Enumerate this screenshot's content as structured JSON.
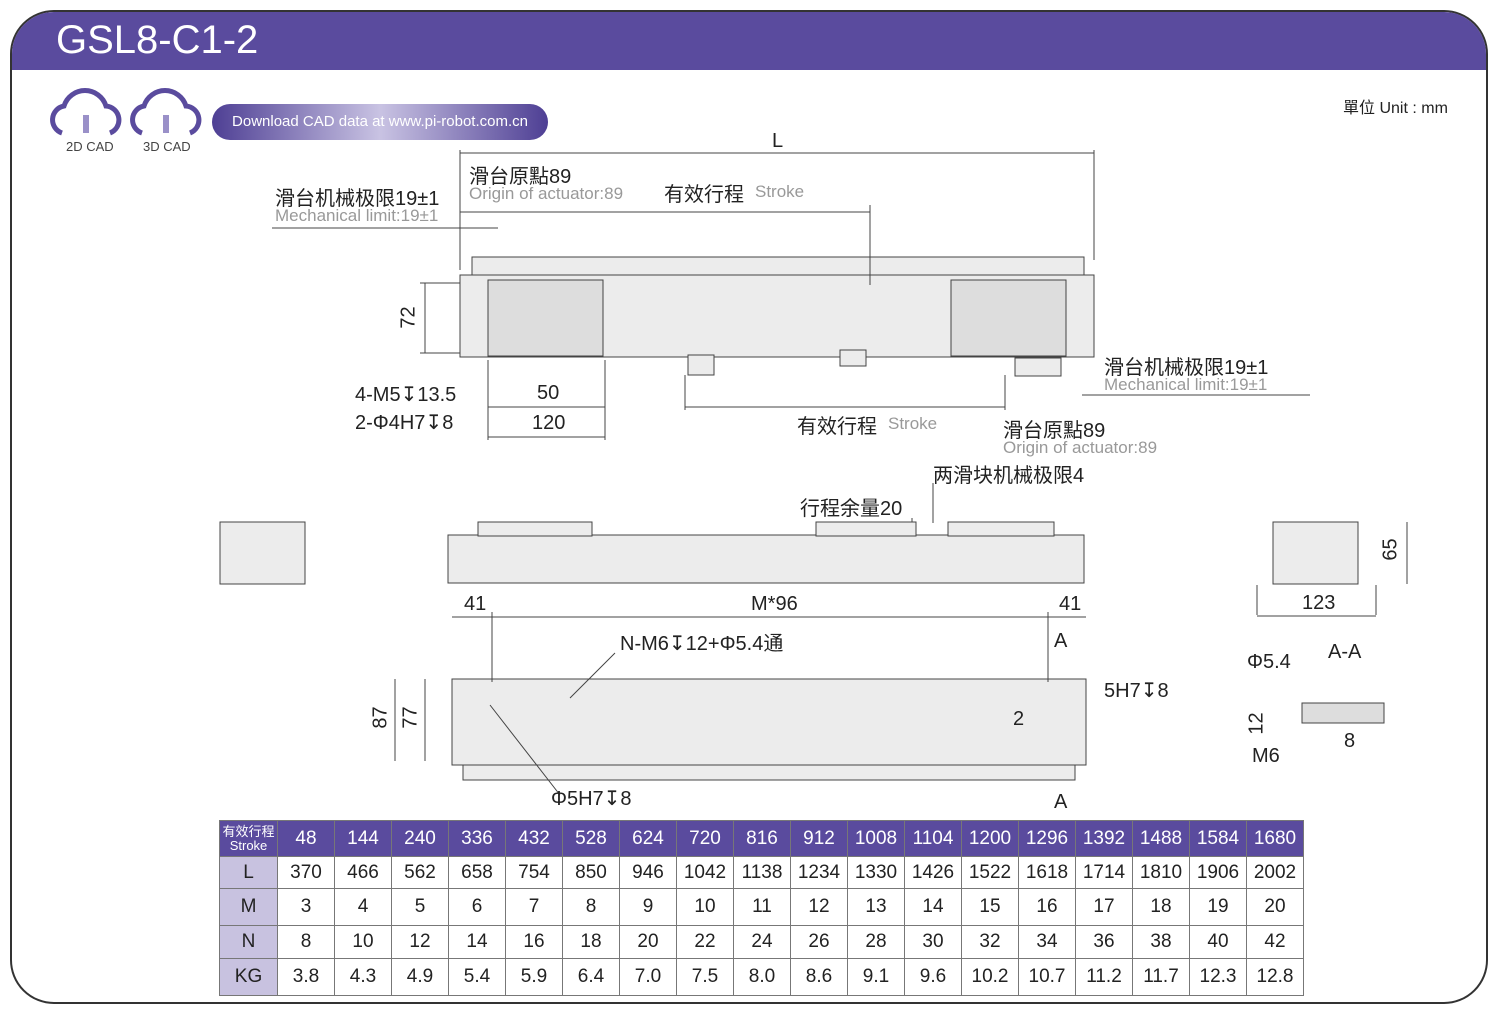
{
  "header": {
    "title": "GSL8-C1-2"
  },
  "cad": {
    "label_2d": "2D CAD",
    "label_3d": "3D CAD",
    "download": "Download CAD data at www.pi-robot.com.cn"
  },
  "unit": "單位 Unit : mm",
  "labels": {
    "L": "L",
    "origin_cn": "滑台原點89",
    "origin_en": "Origin of actuator:89",
    "mech_cn": "滑台机械极限19±1",
    "mech_en": "Mechanical limit:19±1",
    "stroke_cn": "有效行程",
    "stroke_en": "Stroke",
    "h72": "72",
    "m5": "4-M5↧13.5",
    "d4": "2-Φ4H7↧8",
    "w50": "50",
    "w120": "120",
    "two_slider": "两滑块机械极限4",
    "margin": "行程余量20",
    "d41a": "41",
    "m96": "M*96",
    "d41b": "41",
    "nm6": "N-M6↧12+Φ5.4通",
    "A1": "A",
    "A2": "A",
    "h87": "87",
    "h77": "77",
    "h5": "5H7↧8",
    "two": "2",
    "d5h7": "Φ5H7↧8",
    "h65": "65",
    "w123": "123",
    "aa": "A-A",
    "phi54": "Φ5.4",
    "h12": "12",
    "m6": "M6",
    "h8": "8"
  },
  "table": {
    "header": [
      "有效行程",
      "Stroke"
    ],
    "strokes": [
      48,
      144,
      240,
      336,
      432,
      528,
      624,
      720,
      816,
      912,
      1008,
      1104,
      1200,
      1296,
      1392,
      1488,
      1584,
      1680
    ],
    "rows": [
      {
        "label": "L",
        "values": [
          "370",
          "466",
          "562",
          "658",
          "754",
          "850",
          "946",
          "1042",
          "1138",
          "1234",
          "1330",
          "1426",
          "1522",
          "1618",
          "1714",
          "1810",
          "1906",
          "2002"
        ]
      },
      {
        "label": "M",
        "values": [
          "3",
          "4",
          "5",
          "6",
          "7",
          "8",
          "9",
          "10",
          "11",
          "12",
          "13",
          "14",
          "15",
          "16",
          "17",
          "18",
          "19",
          "20"
        ]
      },
      {
        "label": "N",
        "values": [
          "8",
          "10",
          "12",
          "14",
          "16",
          "18",
          "20",
          "22",
          "24",
          "26",
          "28",
          "30",
          "32",
          "34",
          "36",
          "38",
          "40",
          "42"
        ]
      },
      {
        "label": "KG",
        "values": [
          "3.8",
          "4.3",
          "4.9",
          "5.4",
          "5.9",
          "6.4",
          "7.0",
          "7.5",
          "8.0",
          "8.6",
          "9.1",
          "9.6",
          "10.2",
          "10.7",
          "11.2",
          "11.7",
          "12.3",
          "12.8"
        ]
      }
    ]
  },
  "colors": {
    "brand": "#5a4b9e",
    "row_header": "#c8c2e0"
  }
}
